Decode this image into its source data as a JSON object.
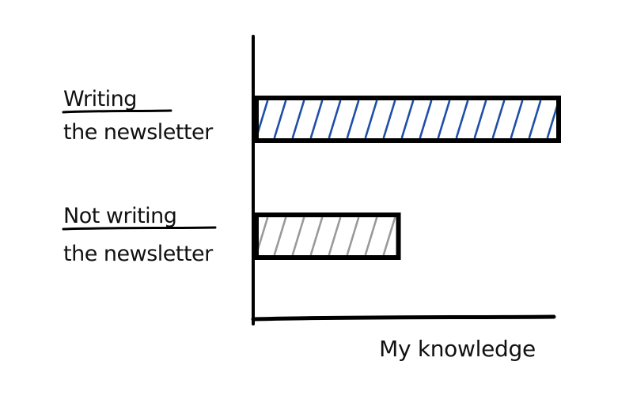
{
  "chart_data": {
    "type": "bar",
    "orientation": "horizontal",
    "title": "",
    "xlabel": "My knowledge",
    "ylabel": "",
    "grid": false,
    "xlim": [
      0,
      100
    ],
    "categories": [
      {
        "emphasis": "Writing",
        "rest": "the newsletter"
      },
      {
        "emphasis": "Not writing",
        "rest": "the newsletter"
      }
    ],
    "values": [
      100,
      47
    ],
    "colors": {
      "bar_outline": "#000000",
      "hatch": [
        "#1f4fa8",
        "#9a9a9a"
      ],
      "axis": "#000000",
      "text": "#111111"
    }
  }
}
